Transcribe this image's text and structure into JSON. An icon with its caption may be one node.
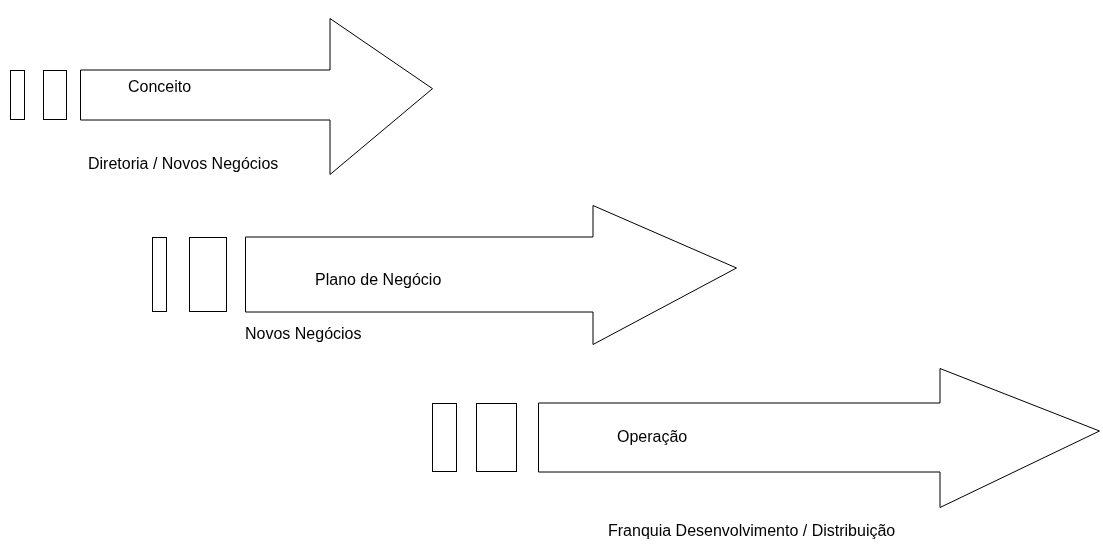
{
  "diagram": {
    "nodes": [
      {
        "text": [],
        "shape": "bar"
      },
      {
        "text": [],
        "shape": "bar"
      },
      {
        "text": [
          "Conceito"
        ],
        "beside": [
          "Diretoria / Novos Negócios"
        ]
      },
      {
        "text": [],
        "shape": "bar"
      },
      {
        "text": [],
        "shape": "bar"
      },
      {
        "text": [
          "Plano de Negócio"
        ],
        "beside": [
          "Novos Negócios"
        ]
      },
      {
        "text": [],
        "shape": "bar"
      },
      {
        "text": [],
        "shape": "bar"
      },
      {
        "text": [
          "Operação"
        ],
        "beside": [
          "Franquia Desenvolvimento / Distribuição"
        ]
      }
    ],
    "edges": []
  }
}
